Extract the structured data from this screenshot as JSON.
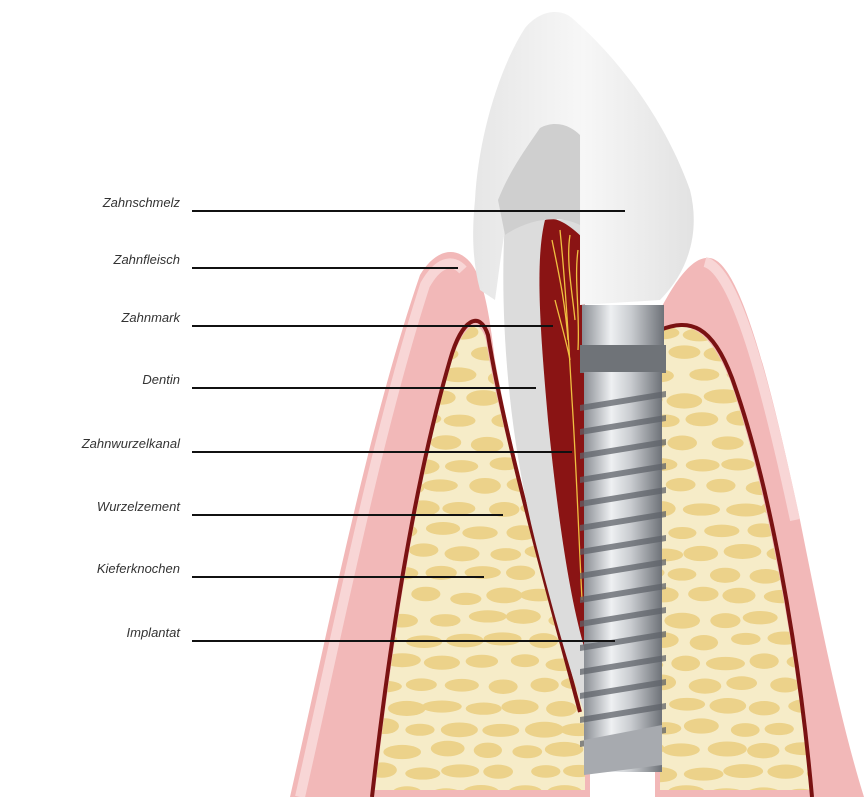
{
  "labels": [
    {
      "key": "enamel",
      "text": "Zahnschmelz"
    },
    {
      "key": "gum",
      "text": "Zahnfleisch"
    },
    {
      "key": "pulp",
      "text": "Zahnmark"
    },
    {
      "key": "dentin",
      "text": "Dentin"
    },
    {
      "key": "root-canal",
      "text": "Zahnwurzelkanal"
    },
    {
      "key": "cementum",
      "text": "Wurzelzement"
    },
    {
      "key": "jawbone",
      "text": "Kieferknochen"
    },
    {
      "key": "implant",
      "text": "Implantat"
    }
  ],
  "colors": {
    "gum": "#f2b8b8",
    "gum_light": "#f8d6d6",
    "root_outline": "#7a1212",
    "bone_bg": "#f6ecc8",
    "bone_cell": "#ecd28a",
    "enamel": "#eeeeee",
    "dentin": "#d6d6d6",
    "pulp": "#8a1414",
    "nerve": "#f0c040",
    "implant_light": "#e4e6e8",
    "implant_dark": "#7c8086",
    "leader": "#111111"
  }
}
